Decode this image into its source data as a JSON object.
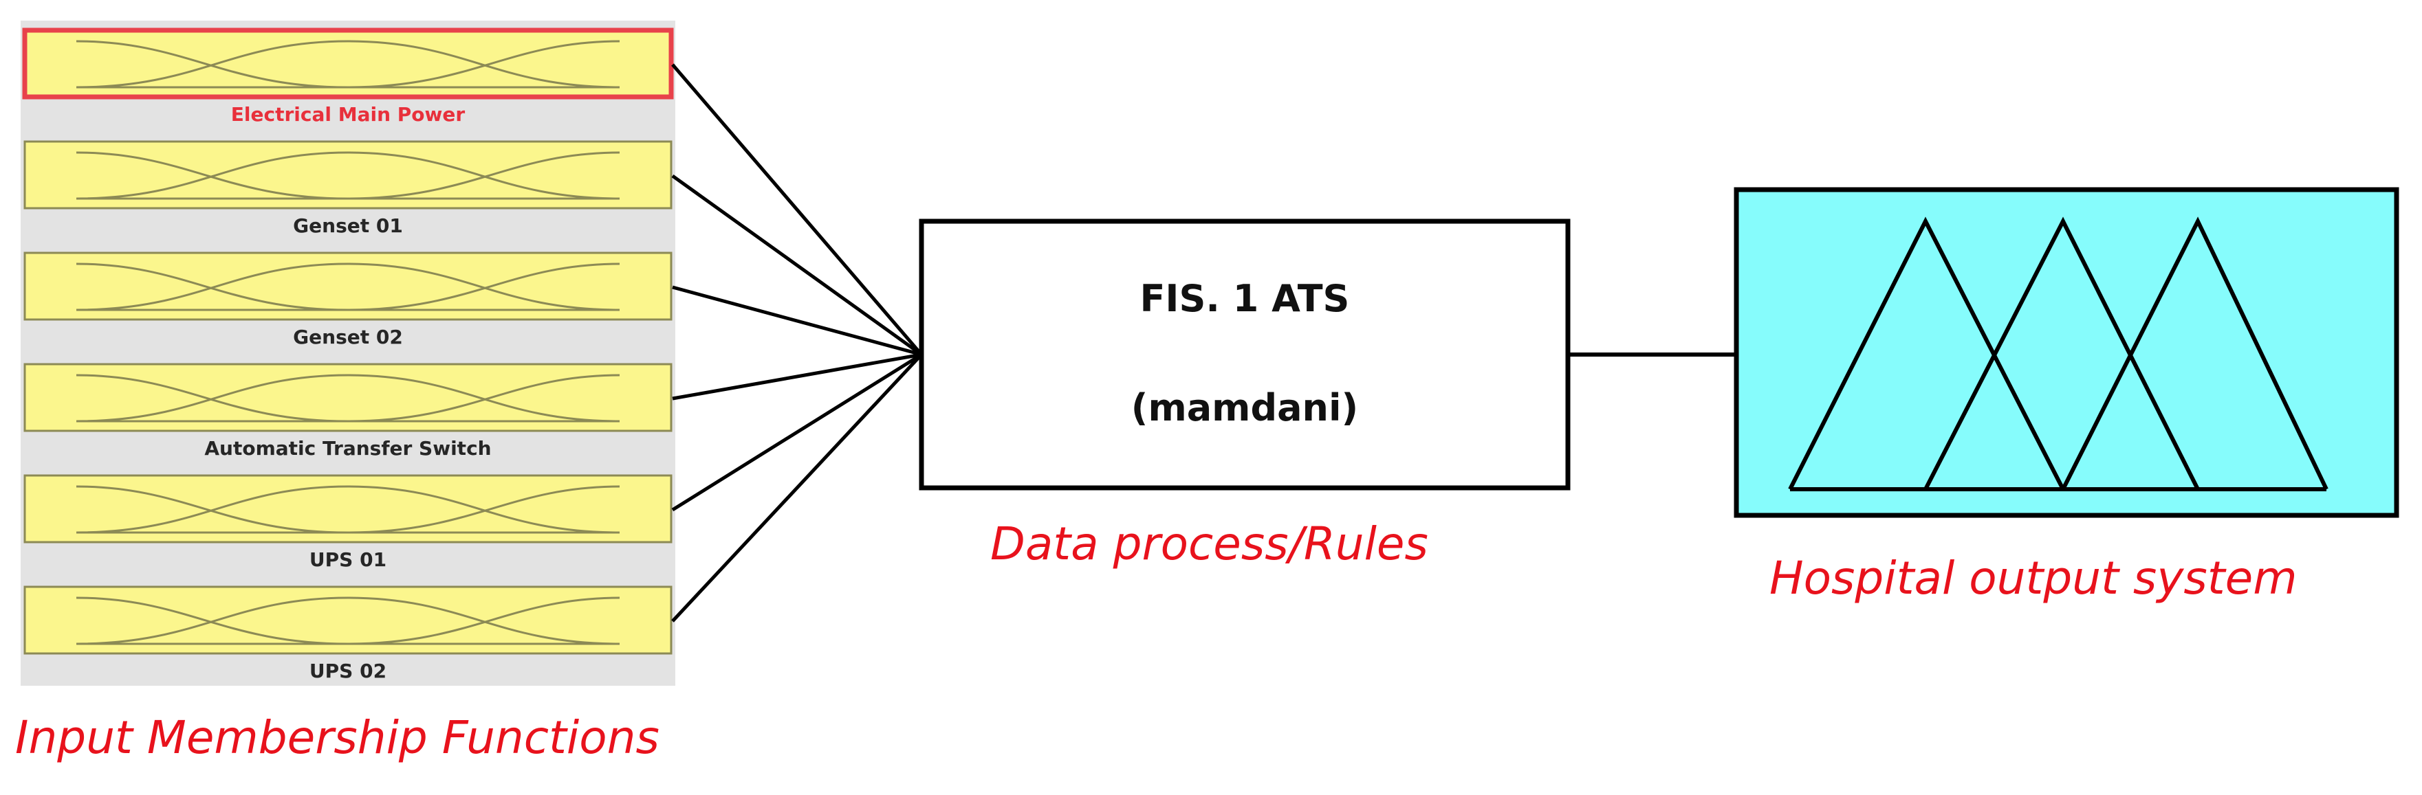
{
  "inputs": {
    "items": [
      {
        "label": "Electrical Main Power",
        "selected": true
      },
      {
        "label": "Genset 01",
        "selected": false
      },
      {
        "label": "Genset 02",
        "selected": false
      },
      {
        "label": "Automatic Transfer Switch",
        "selected": false
      },
      {
        "label": "UPS 01",
        "selected": false
      },
      {
        "label": "UPS 02",
        "selected": false
      }
    ],
    "caption": "Input Membership Functions"
  },
  "fis": {
    "name": "FIS. 1 ATS",
    "method": "(mamdani)",
    "caption": "Data process/Rules"
  },
  "output": {
    "caption": "Hospital output system"
  },
  "colors": {
    "mf_fill": "#fbf68d",
    "mf_border": "#8c8a55",
    "selected_border": "#e8424b",
    "output_fill": "#86fcfc",
    "caption": "#e8121c",
    "selected_label": "#e8303b"
  }
}
